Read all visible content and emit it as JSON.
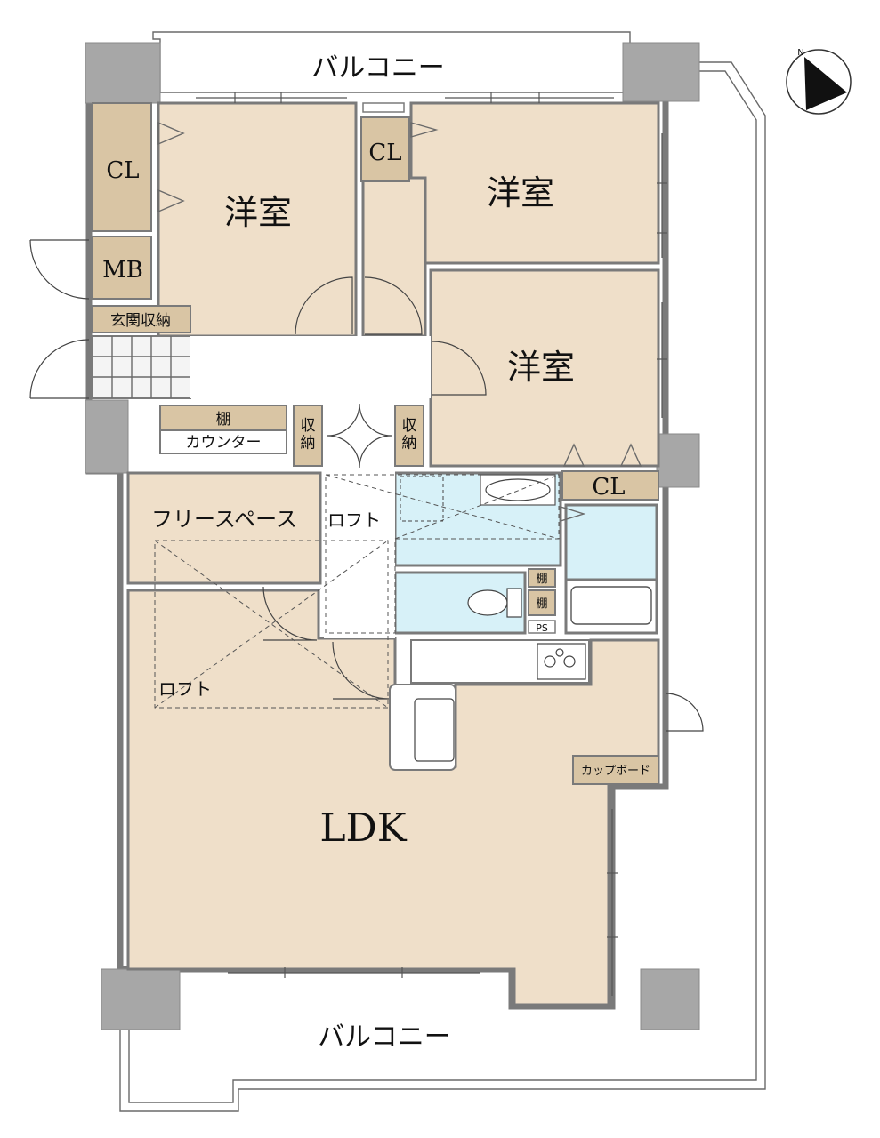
{
  "labels": {
    "balcony_top": "バルコニー",
    "balcony_bottom": "バルコニー",
    "room_a": "洋室",
    "room_b": "洋室",
    "room_c": "洋室",
    "cl_a": "CL",
    "cl_b": "CL",
    "cl_c": "CL",
    "mb": "MB",
    "entrance_storage": "玄関収納",
    "shelf_top": "棚",
    "counter": "カウンター",
    "storage_1": "収\n納",
    "storage_2": "収\n納",
    "free_space": "フリースペース",
    "loft_upper": "ロフト",
    "loft_lower": "ロフト",
    "shelf_wc_1": "棚",
    "shelf_wc_2": "棚",
    "ps": "PS",
    "cupboard": "カップボード",
    "ldk": "LDK"
  },
  "icons": {
    "compass": "north-arrow-icon"
  },
  "colors": {
    "room": "#efdfc9",
    "storage": "#d9c5a4",
    "wet_area": "#d7f1f8",
    "pillar": "#a7a7a7"
  }
}
